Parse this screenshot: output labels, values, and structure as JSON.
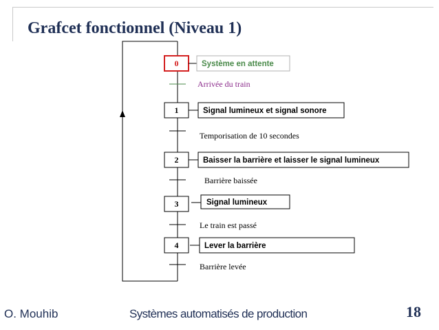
{
  "title": "Grafcet fonctionnel (Niveau 1)",
  "colors": {
    "title": "#1f2f55",
    "initial_step_border": "#d42020",
    "initial_step_text": "#d42020",
    "initial_action_text": "#4a8a4a",
    "initial_transition_text": "#8a2a8a",
    "frame": "#c9c9c9"
  },
  "steps": [
    {
      "number": "0",
      "action": "Système en attente",
      "initial": true
    },
    {
      "number": "1",
      "action": "Signal lumineux et signal sonore",
      "initial": false
    },
    {
      "number": "2",
      "action": "Baisser la barrière et laisser le signal lumineux",
      "initial": false
    },
    {
      "number": "3",
      "action": "Signal lumineux",
      "initial": false
    },
    {
      "number": "4",
      "action": "Lever la barrière",
      "initial": false
    }
  ],
  "transitions": [
    {
      "receptivity": "Arrivée du train"
    },
    {
      "receptivity": "Temporisation de 10 secondes"
    },
    {
      "receptivity": "Barrière baissée"
    },
    {
      "receptivity": "Le train est passé"
    },
    {
      "receptivity": "Barrière levée"
    }
  ],
  "footer": {
    "author": "O. Mouhib",
    "course": "Systèmes automatisés de production",
    "page": "18"
  }
}
